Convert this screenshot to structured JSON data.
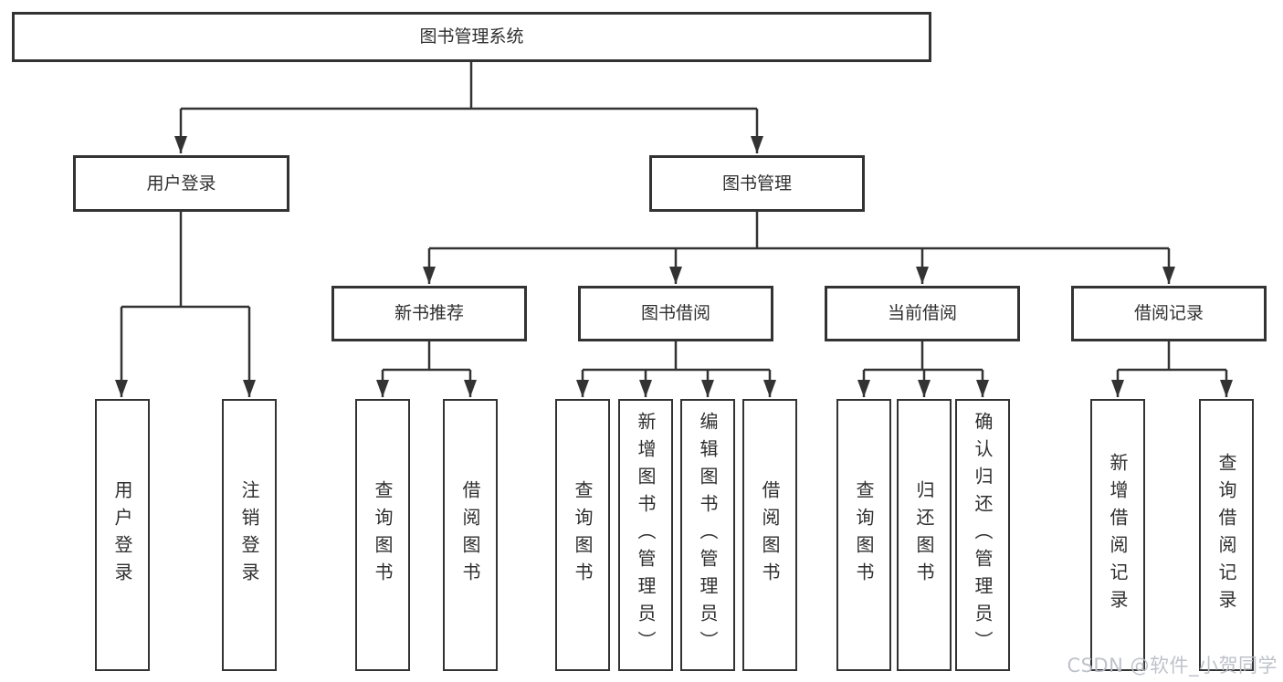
{
  "diagram_title": "图书管理系统",
  "tree": {
    "root": {
      "label": "图书管理系统"
    },
    "branches": [
      {
        "label": "用户登录",
        "children": [
          {
            "label": "用户登录"
          },
          {
            "label": "注销登录"
          }
        ]
      },
      {
        "label": "图书管理",
        "children": [
          {
            "label": "新书推荐",
            "children": [
              {
                "label": "查询图书"
              },
              {
                "label": "借阅图书"
              }
            ]
          },
          {
            "label": "图书借阅",
            "children": [
              {
                "label": "查询图书"
              },
              {
                "label": "新增图书（管理员）"
              },
              {
                "label": "编辑图书（管理员）"
              },
              {
                "label": "借阅图书"
              }
            ]
          },
          {
            "label": "当前借阅",
            "children": [
              {
                "label": "查询图书"
              },
              {
                "label": "归还图书"
              },
              {
                "label": "确认归还（管理员）"
              }
            ]
          },
          {
            "label": "借阅记录",
            "children": [
              {
                "label": "新增借阅记录"
              },
              {
                "label": "查询借阅记录"
              }
            ]
          }
        ]
      }
    ]
  },
  "watermark": {
    "text": "CSDN @软件_小贺同学"
  },
  "colors": {
    "line": "#333333",
    "box_border": "#333333",
    "text": "#2f2f2f",
    "background": "#ffffff",
    "watermark_text": "#babfc7"
  }
}
